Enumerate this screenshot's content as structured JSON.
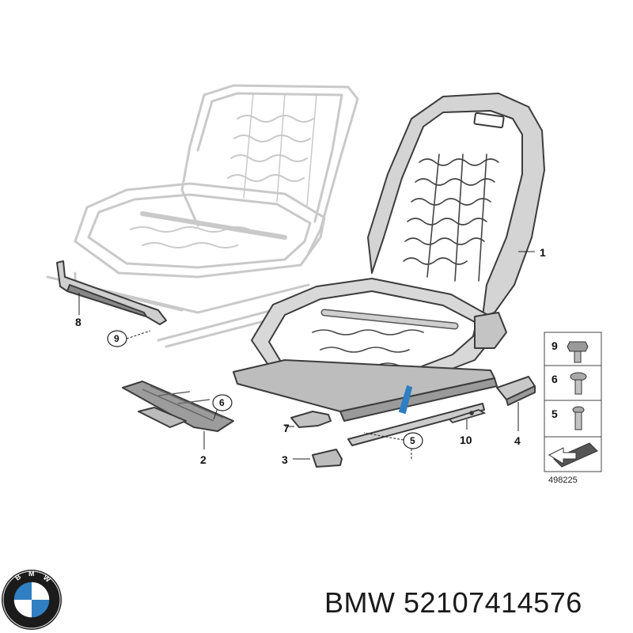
{
  "callouts": {
    "c1": "1",
    "c2": "2",
    "c3": "3",
    "c4": "4",
    "c5": "5",
    "c6": "6",
    "c7": "7",
    "c8": "8",
    "c9": "9",
    "c10": "10"
  },
  "legend": {
    "items": [
      "9",
      "6",
      "5"
    ],
    "diagram_number": "498225"
  },
  "footer": {
    "brand": "BMW",
    "part_number": "52107414576"
  },
  "colors": {
    "line": "#3a3a3a",
    "ghost": "#c8c8c8",
    "frame_fill": "#dadada",
    "accent_blue": "#2f7fc2"
  },
  "logo": {
    "letters": "BMW"
  }
}
